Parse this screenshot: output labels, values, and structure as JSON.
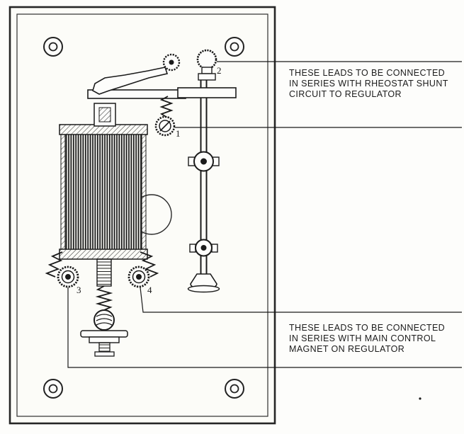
{
  "figure": {
    "type": "technical-line-drawing",
    "subject": "solenoid relay mechanism mounted on a panel with four numbered terminals"
  },
  "terminals": {
    "t1": "1",
    "t2": "2",
    "t3": "3",
    "t4": "4"
  },
  "annotations": [
    {
      "id": "rheostat-note",
      "lines": [
        "THESE LEADS TO BE CONNECTED",
        "IN SERIES WITH RHEOSTAT SHUNT",
        "CIRCUIT TO REGULATOR"
      ]
    },
    {
      "id": "main-control-note",
      "lines": [
        "THESE LEADS TO BE CONNECTED",
        "IN SERIES WITH MAIN CONTROL",
        "MAGNET ON REGULATOR"
      ]
    }
  ],
  "colors": {
    "ink": "#1b1b1b",
    "paper": "#fdfdfb",
    "panel_fill": "#fcfcf8"
  }
}
